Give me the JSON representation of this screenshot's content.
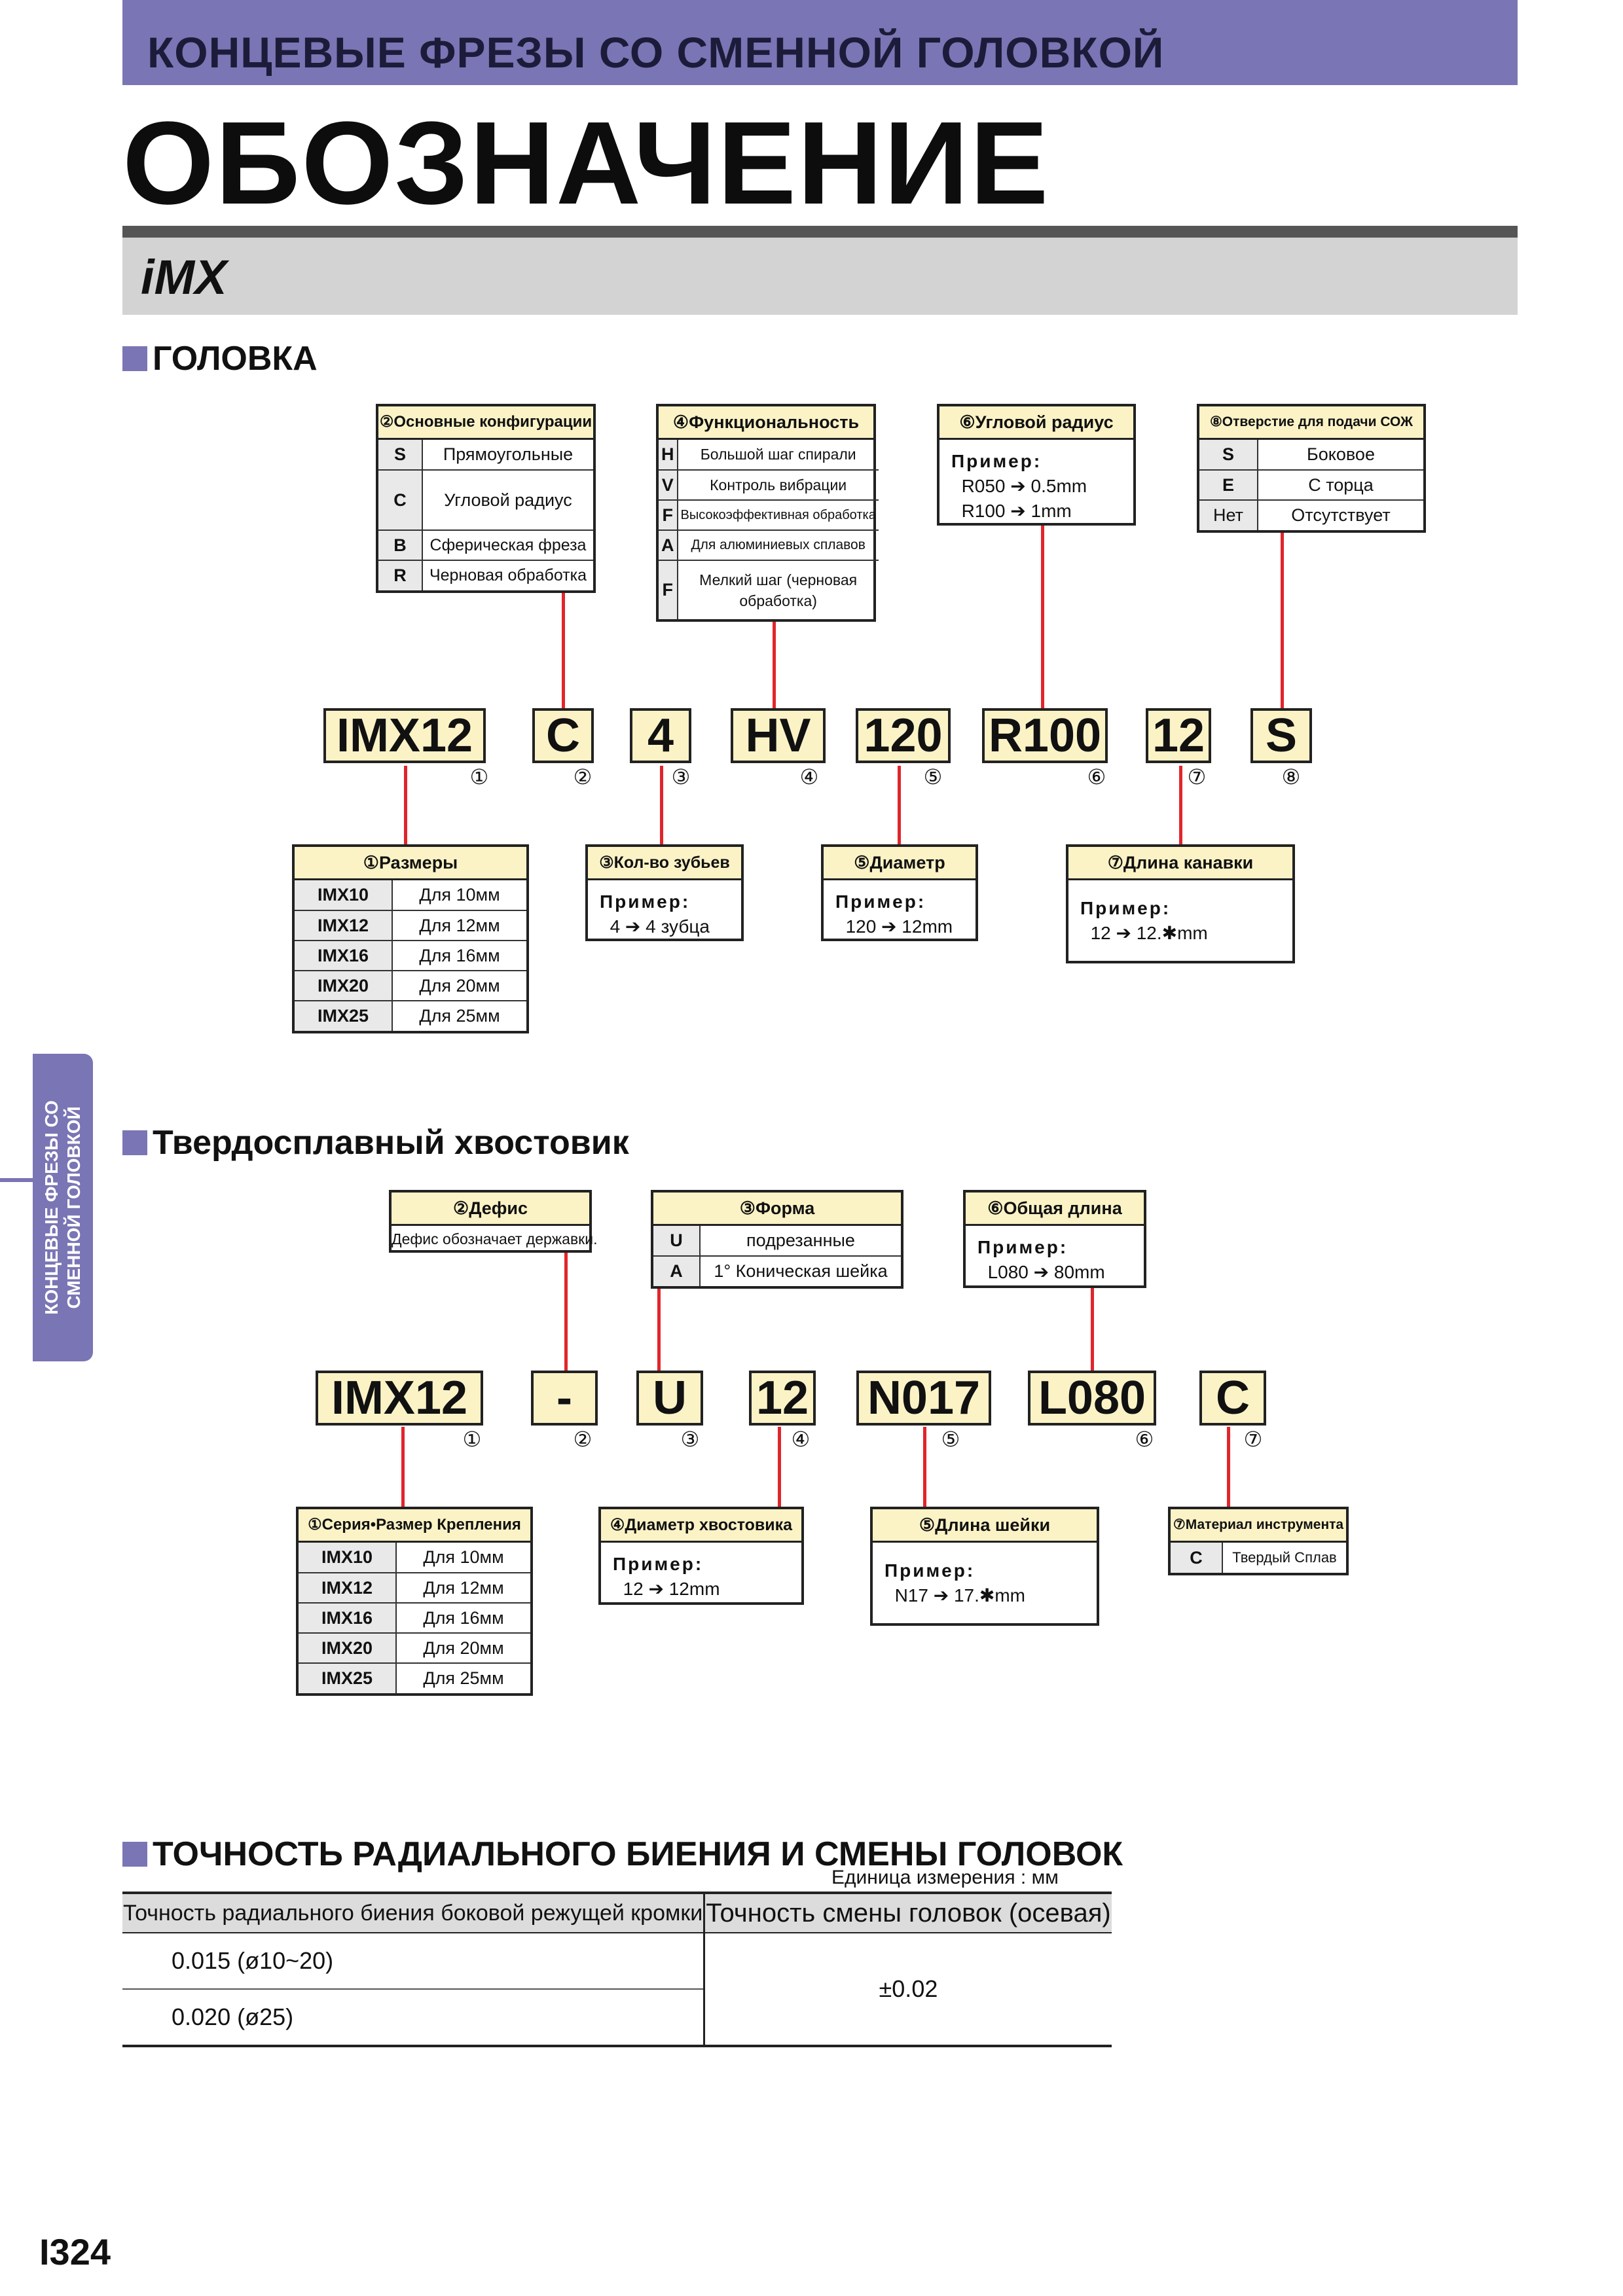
{
  "header": {
    "category": "КОНЦЕВЫЕ ФРЕЗЫ СО СМЕННОЙ ГОЛОВКОЙ",
    "title": "ОБОЗНАЧЕНИЕ",
    "series": "iMX"
  },
  "side_tab": {
    "line1": "КОНЦЕВЫЕ ФРЕЗЫ СО",
    "line2": "СМЕННОЙ ГОЛОВКОЙ"
  },
  "head": {
    "section_title": "ГОЛОВКА",
    "codes": [
      {
        "text": "IMX12",
        "num": "①"
      },
      {
        "text": "C",
        "num": "②"
      },
      {
        "text": "4",
        "num": "③"
      },
      {
        "text": "HV",
        "num": "④"
      },
      {
        "text": "120",
        "num": "⑤"
      },
      {
        "text": "R100",
        "num": "⑥"
      },
      {
        "text": "12",
        "num": "⑦"
      },
      {
        "text": "S",
        "num": "⑧"
      }
    ],
    "configs": {
      "title": "②Основные конфигурации",
      "rows": [
        {
          "k": "S",
          "v": "Прямоугольные"
        },
        {
          "k": "C",
          "v": "Угловой радиус"
        },
        {
          "k": "B",
          "v": "Сферическая фреза"
        },
        {
          "k": "R",
          "v": "Черновая обработка"
        }
      ]
    },
    "function": {
      "title": "④Функциональность",
      "rows": [
        {
          "k": "H",
          "v": "Большой шаг спирали"
        },
        {
          "k": "V",
          "v": "Контроль вибрации"
        },
        {
          "k": "F",
          "v": "Высокоэффективная обработка"
        },
        {
          "k": "A",
          "v": "Для алюминиевых сплавов"
        },
        {
          "k": "F",
          "v": "Мелкий шаг (черновая",
          "v2": "обработка)"
        }
      ]
    },
    "corner_radius": {
      "title": "⑥Угловой радиус",
      "label": "Пример:",
      "line1": "R050 ➔ 0.5mm",
      "line2": "R100 ➔ 1mm"
    },
    "coolant": {
      "title": "⑧Отверстие для подачи СОЖ",
      "rows": [
        {
          "k": "S",
          "v": "Боковое"
        },
        {
          "k": "E",
          "v": "С торца"
        },
        {
          "k": "Нет",
          "v": "Отсутствует"
        }
      ]
    },
    "sizes": {
      "title": "①Размеры",
      "rows": [
        {
          "k": "IMX10",
          "v": "Для 10мм"
        },
        {
          "k": "IMX12",
          "v": "Для 12мм"
        },
        {
          "k": "IMX16",
          "v": "Для 16мм"
        },
        {
          "k": "IMX20",
          "v": "Для 20мм"
        },
        {
          "k": "IMX25",
          "v": "Для 25мм"
        }
      ]
    },
    "teeth": {
      "title": "③Кол-во зубьев",
      "label": "Пример:",
      "line1": "4 ➔ 4 зубца"
    },
    "diameter": {
      "title": "⑤Диаметр",
      "label": "Пример:",
      "line1": "120 ➔ 12mm"
    },
    "flute_length": {
      "title": "⑦Длина канавки",
      "label": "Пример:",
      "line1": "12 ➔ 12.✱mm"
    }
  },
  "shank": {
    "section_title": "Твердосплавный хвостовик",
    "codes": [
      {
        "text": "IMX12",
        "num": "①"
      },
      {
        "text": "-",
        "num": "②"
      },
      {
        "text": "U",
        "num": "③"
      },
      {
        "text": "12",
        "num": "④"
      },
      {
        "text": "N017",
        "num": "⑤"
      },
      {
        "text": "L080",
        "num": "⑥"
      },
      {
        "text": "C",
        "num": "⑦"
      }
    ],
    "hyphen": {
      "title": "②Дефис",
      "text": "Дефис обозначает державки."
    },
    "shape": {
      "title": "③Форма",
      "rows": [
        {
          "k": "U",
          "v": "подрезанные"
        },
        {
          "k": "A",
          "v": "1° Коническая шейка"
        }
      ]
    },
    "total_length": {
      "title": "⑥Общая длина",
      "label": "Пример:",
      "line1": "L080 ➔ 80mm"
    },
    "series_size": {
      "title": "①Серия•Размер Крепления",
      "rows": [
        {
          "k": "IMX10",
          "v": "Для 10мм"
        },
        {
          "k": "IMX12",
          "v": "Для 12мм"
        },
        {
          "k": "IMX16",
          "v": "Для 16мм"
        },
        {
          "k": "IMX20",
          "v": "Для 20мм"
        },
        {
          "k": "IMX25",
          "v": "Для 25мм"
        }
      ]
    },
    "shank_diameter": {
      "title": "④Диаметр хвостовика",
      "label": "Пример:",
      "line1": "12 ➔ 12mm"
    },
    "neck_length": {
      "title": "⑤Длина шейки",
      "label": "Пример:",
      "line1": "N17 ➔ 17.✱mm"
    },
    "material": {
      "title": "⑦Материал инструмента",
      "rows": [
        {
          "k": "C",
          "v": "Твердый Сплав"
        }
      ]
    }
  },
  "accuracy": {
    "section_title": "ТОЧНОСТЬ РАДИАЛЬНОГО БИЕНИЯ И СМЕНЫ ГОЛОВОК",
    "unit": "Единица измерения : мм",
    "col1": "Точность радиального биения боковой режущей кромки",
    "col2": "Точность смены головок (осевая)",
    "row1": "0.015 (ø10~20)",
    "row2": "0.020 (ø25)",
    "value": "±0.02"
  },
  "page_number": "I324",
  "colors": {
    "accent": "#7a75b4",
    "chip_fill": "#fbf3c6",
    "connector": "#e0262b"
  }
}
